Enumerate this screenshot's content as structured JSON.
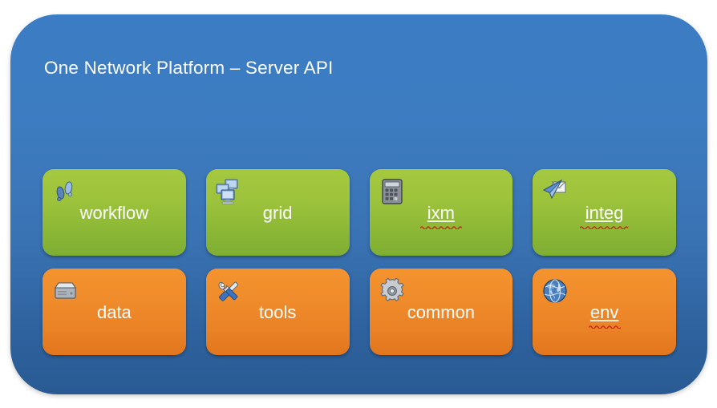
{
  "platform": {
    "title": "One Network Platform – Server API",
    "container_color": "#3b7cc4",
    "container_color_bottom": "#295a93"
  },
  "rows": [
    {
      "name": "green-row",
      "color": "#9ec33c",
      "modules": [
        {
          "label": "workflow",
          "icon": "footprints-icon",
          "misspelled": false
        },
        {
          "label": "grid",
          "icon": "network-computers-icon",
          "misspelled": false
        },
        {
          "label": "ixm",
          "icon": "calculator-icon",
          "misspelled": true
        },
        {
          "label": "integ",
          "icon": "send-mail-icon",
          "misspelled": true
        }
      ]
    },
    {
      "name": "orange-row",
      "color": "#f08c2b",
      "modules": [
        {
          "label": "data",
          "icon": "hard-drive-icon",
          "misspelled": false
        },
        {
          "label": "tools",
          "icon": "wrench-screwdriver-icon",
          "misspelled": false
        },
        {
          "label": "common",
          "icon": "gear-icon",
          "misspelled": false
        },
        {
          "label": "env",
          "icon": "globe-icon",
          "misspelled": true
        }
      ]
    }
  ]
}
